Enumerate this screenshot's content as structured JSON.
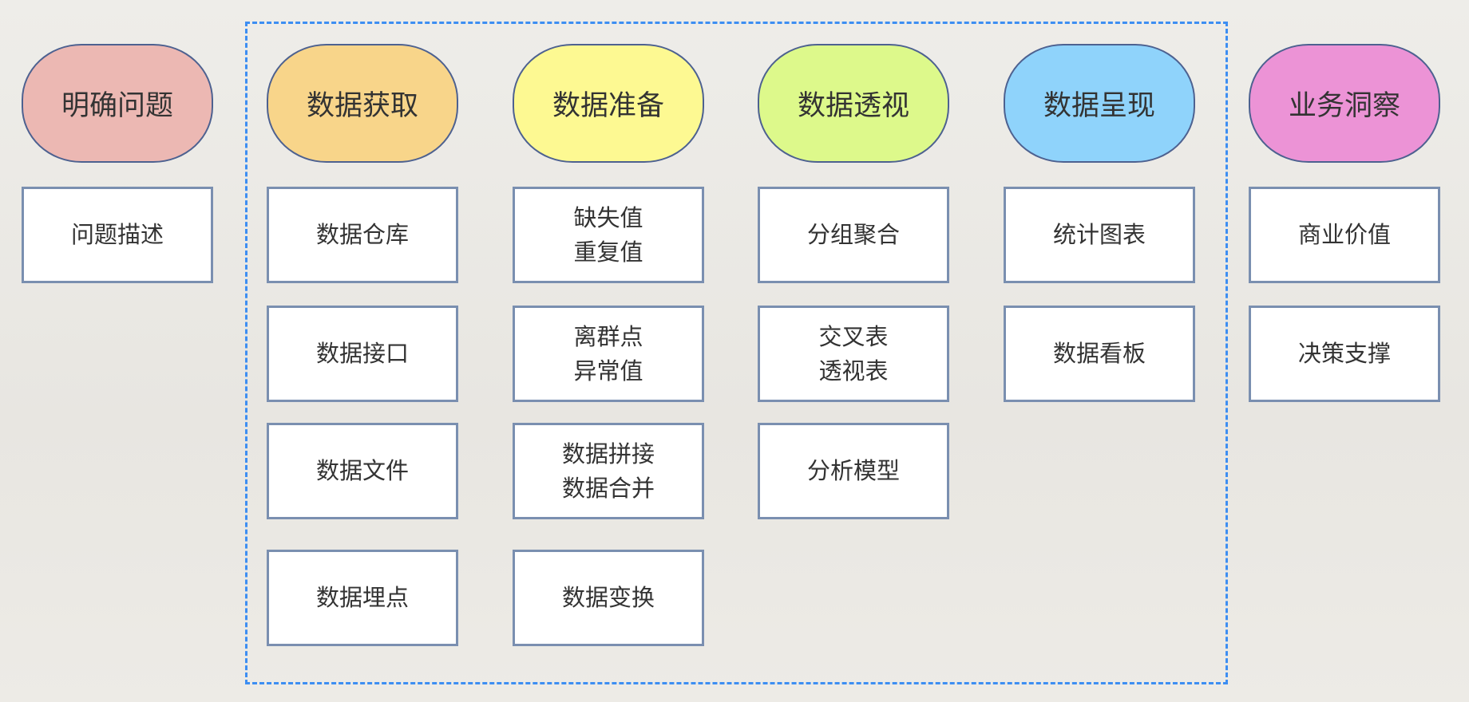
{
  "columns": [
    {
      "title": "明确问题",
      "color": "#ecb8b3",
      "items": [
        [
          "问题描述"
        ]
      ]
    },
    {
      "title": "数据获取",
      "color": "#f8d58a",
      "items": [
        [
          "数据仓库"
        ],
        [
          "数据接口"
        ],
        [
          "数据文件"
        ],
        [
          "数据埋点"
        ]
      ]
    },
    {
      "title": "数据准备",
      "color": "#fdf992",
      "items": [
        [
          "缺失值",
          "重复值"
        ],
        [
          "离群点",
          "异常值"
        ],
        [
          "数据拼接",
          "数据合并"
        ],
        [
          "数据变换"
        ]
      ]
    },
    {
      "title": "数据透视",
      "color": "#ddf98b",
      "items": [
        [
          "分组聚合"
        ],
        [
          "交叉表",
          "透视表"
        ],
        [
          "分析模型"
        ]
      ]
    },
    {
      "title": "数据呈现",
      "color": "#8fd3fb",
      "items": [
        [
          "统计图表"
        ],
        [
          "数据看板"
        ]
      ]
    },
    {
      "title": "业务洞察",
      "color": "#ec93d6",
      "items": [
        [
          "商业价值"
        ],
        [
          "决策支撑"
        ]
      ]
    }
  ]
}
